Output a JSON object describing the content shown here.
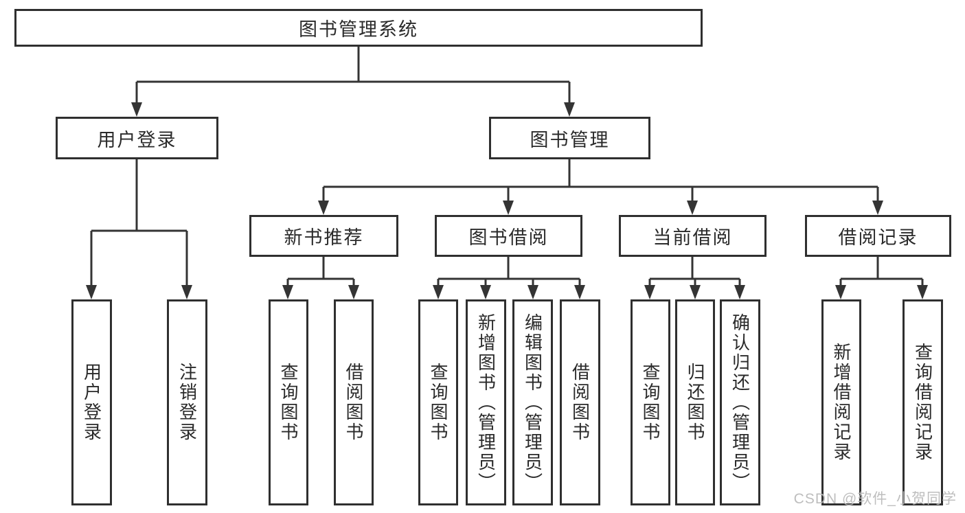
{
  "diagram": {
    "type": "tree-structure-chart",
    "colors": {
      "line": "#343434",
      "box_border": "#2f2f2f",
      "text": "#2a2a2a",
      "background": "#ffffff",
      "watermark": "#bababa"
    },
    "watermark": "CSDN @软件_小贺同学",
    "nodes": {
      "root": {
        "label": "图书管理系统"
      },
      "user_login": {
        "label": "用户登录"
      },
      "book_mgmt": {
        "label": "图书管理"
      },
      "new_book_rec": {
        "label": "新书推荐"
      },
      "book_borrow": {
        "label": "图书借阅"
      },
      "current_borrow": {
        "label": "当前借阅"
      },
      "borrow_records": {
        "label": "借阅记录"
      },
      "leaf_user_login": {
        "label": "用户登录",
        "parent": "用户登录"
      },
      "leaf_logout": {
        "label": "注销登录",
        "parent": "用户登录"
      },
      "leaf_query_books_1": {
        "label": "查询图书",
        "parent": "新书推荐"
      },
      "leaf_borrow_books_1": {
        "label": "借阅图书",
        "parent": "新书推荐"
      },
      "leaf_query_books_2": {
        "label": "查询图书",
        "parent": "图书借阅"
      },
      "leaf_add_books_admin": {
        "label": "新增图书（管理员）",
        "parent": "图书借阅"
      },
      "leaf_edit_books_admin": {
        "label": "编辑图书（管理员）",
        "parent": "图书借阅"
      },
      "leaf_borrow_books_2": {
        "label": "借阅图书",
        "parent": "图书借阅"
      },
      "leaf_query_books_3": {
        "label": "查询图书",
        "parent": "当前借阅"
      },
      "leaf_return_books": {
        "label": "归还图书",
        "parent": "当前借阅"
      },
      "leaf_confirm_return_admin": {
        "label": "确认归还（管理员）",
        "parent": "当前借阅"
      },
      "leaf_add_borrow_record": {
        "label": "新增借阅记录",
        "parent": "借阅记录"
      },
      "leaf_query_borrow_record": {
        "label": "查询借阅记录",
        "parent": "借阅记录"
      }
    }
  }
}
